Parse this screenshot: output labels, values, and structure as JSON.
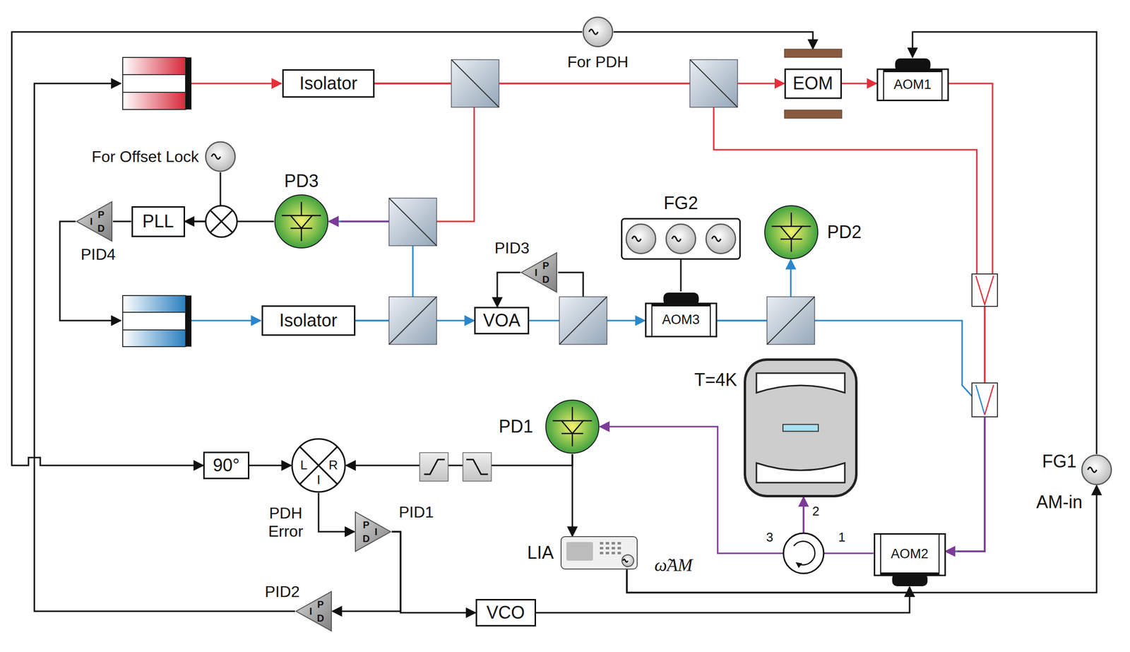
{
  "diagram": {
    "nodes": [
      {
        "text": [
          "Isolator"
        ]
      },
      {
        "text": [
          "EOM"
        ]
      },
      {
        "text": [
          "AOM1"
        ]
      },
      {
        "text": [
          "PD3"
        ]
      },
      {
        "text": [
          "PLL"
        ]
      },
      {
        "text": [
          "P",
          "I",
          "D",
          "PID4"
        ]
      },
      {
        "text": [
          "Isolator"
        ]
      },
      {
        "text": [
          "VOA"
        ]
      },
      {
        "text": [
          "P",
          "I",
          "D",
          "PID3"
        ]
      },
      {
        "text": [
          "AOM3"
        ]
      },
      {
        "text": [
          "FG2"
        ]
      },
      {
        "text": [
          "PD2"
        ]
      },
      {
        "text": [
          "PD1"
        ]
      },
      {
        "text": [
          "LIA",
          "ω̃AM"
        ]
      },
      {
        "text": [
          "90°"
        ]
      },
      {
        "text": [
          "L",
          "R",
          "I"
        ]
      },
      {
        "text": [
          "P",
          "I",
          "D",
          "PID1"
        ]
      },
      {
        "text": [
          "P",
          "I",
          "D",
          "PID2"
        ]
      },
      {
        "text": [
          "VCO"
        ]
      },
      {
        "text": [
          "AOM2"
        ]
      },
      {
        "text": [
          "FG1",
          "AM-in"
        ]
      },
      {
        "text": [
          "T=4K"
        ]
      },
      {
        "text": [
          "For PDH"
        ]
      },
      {
        "text": [
          "For Offset Lock"
        ]
      }
    ],
    "edges": [
      {
        "from": 22,
        "to": 1,
        "arrow": "to"
      },
      {
        "from": 22,
        "to": 14,
        "arrow": "to"
      },
      {
        "from": 14,
        "to": 15,
        "arrow": "to"
      },
      {
        "from": 12,
        "to": 15,
        "arrow": "to"
      },
      {
        "from": 12,
        "to": 13,
        "arrow": "to"
      },
      {
        "from": 15,
        "to": 16,
        "arrow": "to"
      },
      {
        "from": 16,
        "to": 18,
        "arrow": "to"
      },
      {
        "from": 16,
        "to": 17,
        "arrow": "to"
      },
      {
        "from": 18,
        "to": 19,
        "arrow": "to"
      },
      {
        "from": 13,
        "to": 19,
        "arrow": "to"
      },
      {
        "from": 13,
        "to": 20,
        "arrow": "to"
      },
      {
        "from": 20,
        "to": 2,
        "arrow": "to"
      },
      {
        "from": 10,
        "to": 9,
        "arrow": "none"
      },
      {
        "from": 3,
        "to": 4,
        "arrow": "to"
      },
      {
        "from": 23,
        "to": 4,
        "arrow": "none"
      },
      {
        "from": 4,
        "to": 5,
        "arrow": "none"
      },
      {
        "from": 8,
        "to": 7,
        "arrow": "to"
      },
      {
        "from": 0,
        "to": 1,
        "arrow": "to"
      },
      {
        "from": 1,
        "to": 2,
        "arrow": "to"
      },
      {
        "from": 2,
        "to": 19,
        "arrow": "to"
      },
      {
        "from": 6,
        "to": 7,
        "arrow": "to"
      },
      {
        "from": 7,
        "to": 9,
        "arrow": "to"
      },
      {
        "from": 9,
        "to": 11,
        "arrow": "to"
      },
      {
        "from": 19,
        "to": 21,
        "arrow": "to"
      },
      {
        "from": 21,
        "to": 12,
        "arrow": "to"
      },
      {
        "from": 0,
        "to": 3,
        "arrow": "to"
      },
      {
        "from": 6,
        "to": 3,
        "arrow": "to"
      },
      {
        "from": 0,
        "to": 19,
        "arrow": "to"
      },
      {
        "from": 9,
        "to": 19,
        "arrow": "to"
      }
    ],
    "labels": [
      "PDH Error",
      "1",
      "2",
      "3"
    ]
  }
}
